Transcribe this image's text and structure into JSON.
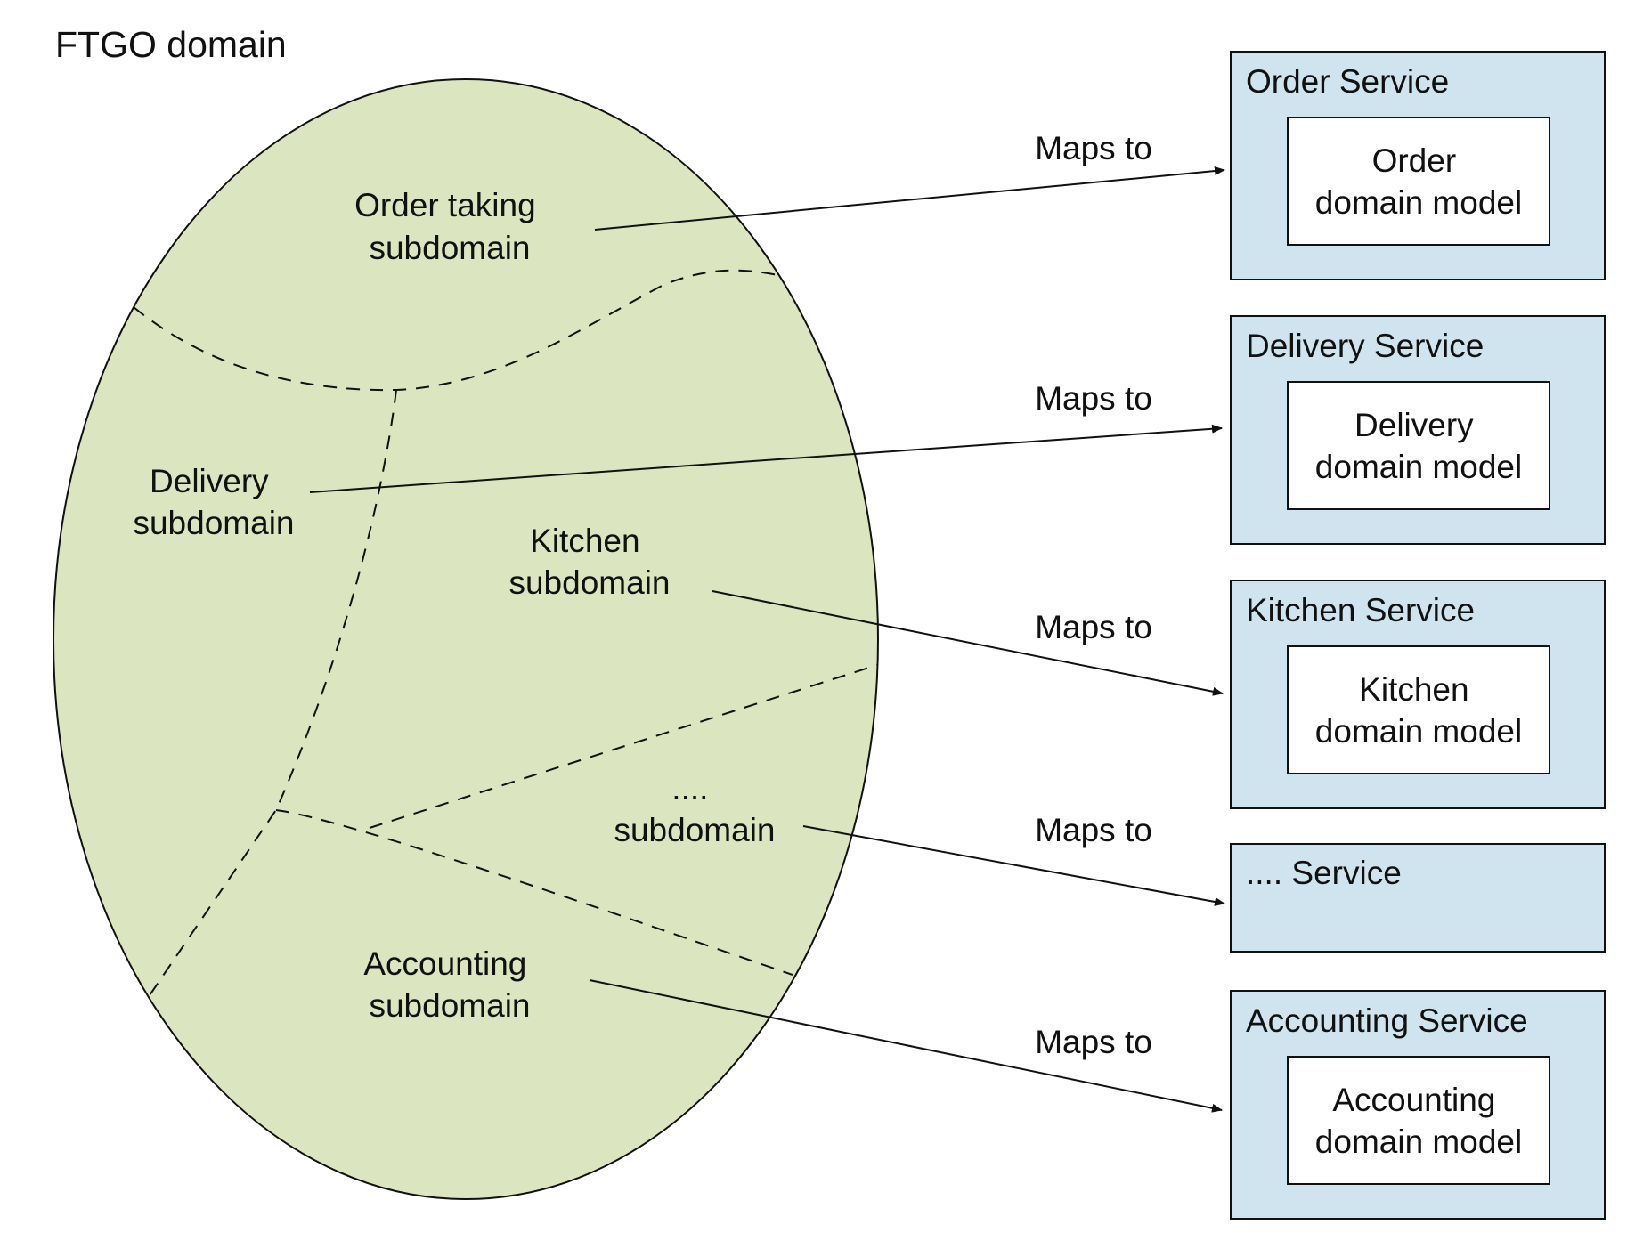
{
  "title": "FTGO domain",
  "colors": {
    "domain_fill": "#dbe5bf",
    "service_fill": "#cfe4ee",
    "model_fill": "#ffffff",
    "stroke": "#111111"
  },
  "subdomains": {
    "order": {
      "line1": "Order taking",
      "line2": "subdomain"
    },
    "delivery": {
      "line1": "Delivery",
      "line2": "subdomain"
    },
    "kitchen": {
      "line1": "Kitchen",
      "line2": "subdomain"
    },
    "other": {
      "line1": "....",
      "line2": "subdomain"
    },
    "accounting": {
      "line1": "Accounting",
      "line2": "subdomain"
    }
  },
  "mapping_label": "Maps to",
  "services": {
    "order": {
      "name": "Order Service",
      "model_line1": "Order",
      "model_line2": "domain model"
    },
    "delivery": {
      "name": "Delivery Service",
      "model_line1": "Delivery",
      "model_line2": "domain model"
    },
    "kitchen": {
      "name": "Kitchen Service",
      "model_line1": "Kitchen",
      "model_line2": "domain model"
    },
    "other": {
      "name": ".... Service"
    },
    "accounting": {
      "name": "Accounting Service",
      "model_line1": "Accounting",
      "model_line2": "domain model"
    }
  }
}
